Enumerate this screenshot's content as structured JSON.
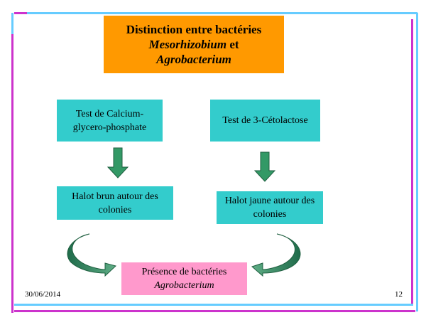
{
  "slide": {
    "title_line1": "Distinction entre bactéries",
    "title_line2_italic": "Mesorhizobium",
    "title_line2_rest": " et",
    "title_line3_italic": "Agrobacterium",
    "test_left": "Test de Calcium-glycero-phosphate",
    "test_right": "Test de 3-Cétolactose",
    "result_left": "Halot brun autour des colonies",
    "result_right": "Halot jaune autour des colonies",
    "conclusion_line1": "Présence de bactéries",
    "conclusion_line2": "Agrobacterium",
    "date": "30/06/2014",
    "page_number": "12"
  },
  "colors": {
    "title_box": "#ff9900",
    "test_boxes": "#33cccc",
    "conclusion_box": "#ff99cc",
    "arrows": "#339966",
    "bar_magenta": "#cc33cc",
    "bar_blue": "#66ccff"
  }
}
